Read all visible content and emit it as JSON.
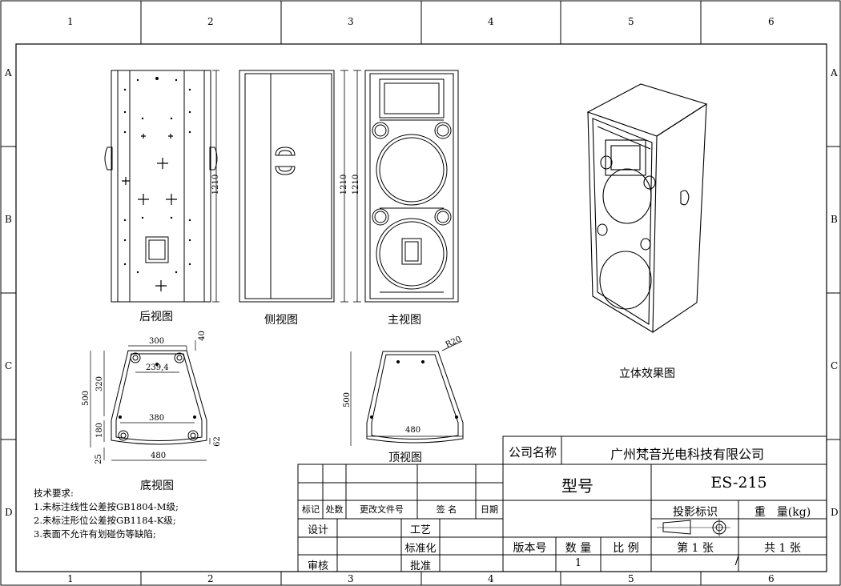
{
  "border": {
    "columns": [
      "1",
      "2",
      "3",
      "4",
      "5",
      "6"
    ],
    "rows": [
      "A",
      "B",
      "C",
      "D"
    ]
  },
  "views": {
    "rear": "后视图",
    "side": "侧视图",
    "front": "主视图",
    "iso": "立体效果图",
    "bottom": "底视图",
    "top": "顶视图"
  },
  "dimensions": {
    "rear_height": "1210",
    "side_height": "1210",
    "front_height": "1210",
    "bottom_w300": "300",
    "bottom_w2394": "239,4",
    "bottom_w380": "380",
    "bottom_w480": "480",
    "bottom_h500": "500",
    "bottom_h320": "320",
    "bottom_h180": "180",
    "bottom_h25": "25",
    "bottom_40": "40",
    "bottom_62": "62",
    "top_h500": "500",
    "top_w480": "480",
    "top_r20": "R20"
  },
  "notes": {
    "title": "技术要求:",
    "items": [
      "1.未标注线性公差按GB1804-M级;",
      "2.未标注形位公差按GB1184-K级;",
      "3.表面不允许有划碰伤等缺陷;"
    ]
  },
  "title_block": {
    "company_label": "公司名称",
    "company_name": "广州梵音光电科技有限公司",
    "model_label": "型号",
    "model_value": "ES-215",
    "rev_headers": [
      "标记",
      "处数",
      "更改文件号",
      "签 名",
      "日期"
    ],
    "design": "设计",
    "process": "工艺",
    "standard": "标准化",
    "review": "审核",
    "approve": "批准",
    "projection": "投影标识",
    "weight": "重　量(kg)",
    "version": "版本号",
    "quantity": "数 量",
    "scale": "比 例",
    "sheet_no": "第 1 张",
    "sheet_total": "共 1 张",
    "quantity_value": "1",
    "weight_value": "/"
  }
}
